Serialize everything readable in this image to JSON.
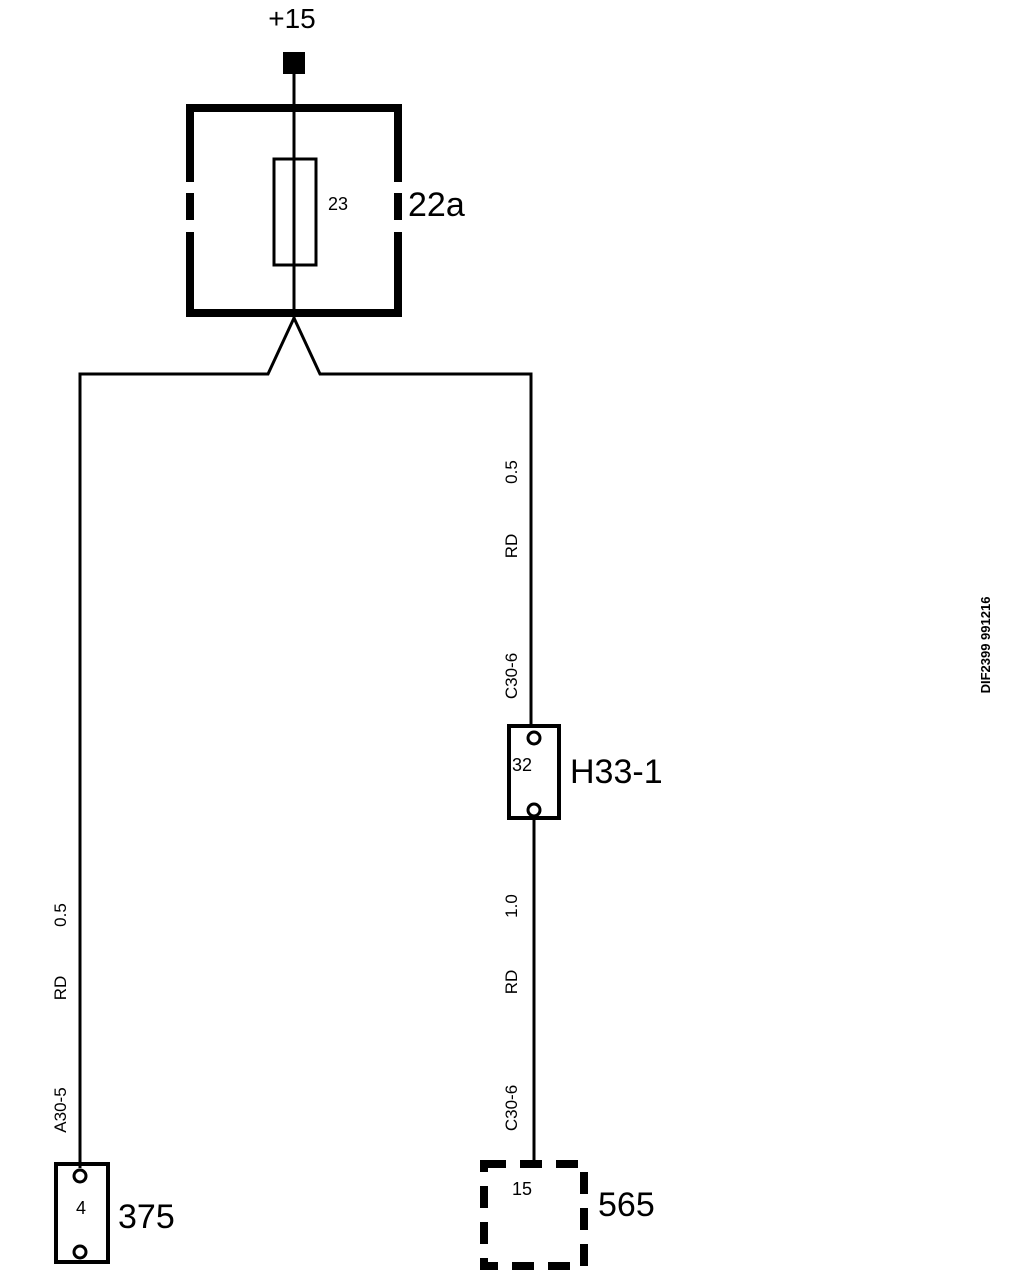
{
  "supply": {
    "label": "+15"
  },
  "fuse_box": {
    "id": "22a",
    "fuse_number": "23"
  },
  "left_branch": {
    "size": "0.5",
    "color": "RD",
    "connector": "A30-5",
    "component": {
      "id": "375",
      "pin": "4"
    }
  },
  "right_branch_upper": {
    "size": "0.5",
    "color": "RD",
    "connector": "C30-6"
  },
  "junction": {
    "id": "H33-1",
    "pin": "32"
  },
  "right_branch_lower": {
    "size": "1.0",
    "color": "RD",
    "connector": "C30-6",
    "component": {
      "id": "565",
      "pin": "15"
    }
  },
  "figure_ref": "DIF2399 991216"
}
